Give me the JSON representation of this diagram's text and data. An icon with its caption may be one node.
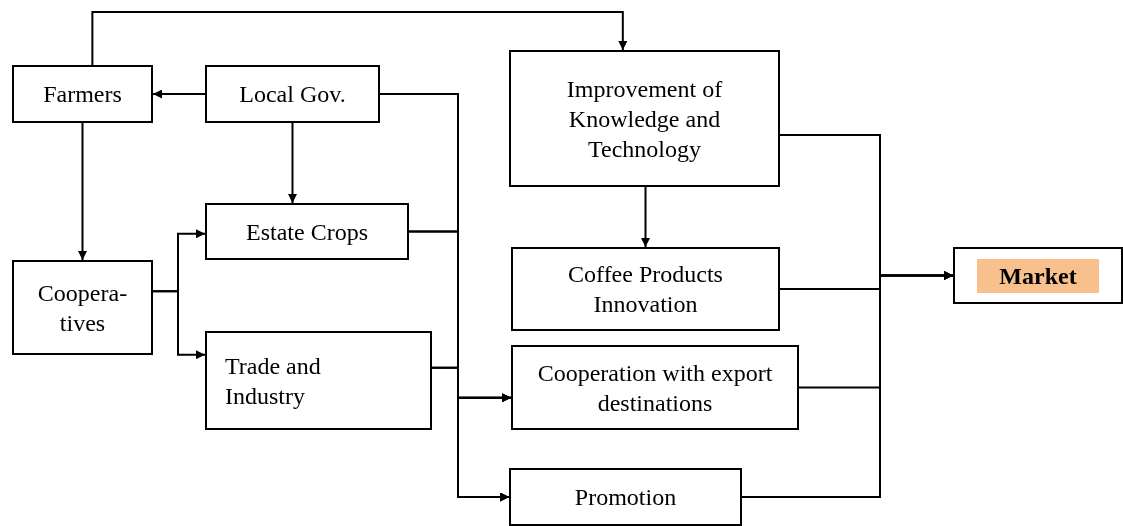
{
  "diagram": {
    "nodes": [
      {
        "text": [
          "Farmers"
        ]
      },
      {
        "text": [
          "Local Gov."
        ]
      },
      {
        "text": [
          "Improvement of Knowledge and Technology"
        ]
      },
      {
        "text": [
          "Estate Crops"
        ]
      },
      {
        "text": [
          "Coopera- tives"
        ]
      },
      {
        "text": [
          "Trade and Industry"
        ]
      },
      {
        "text": [
          "Coffee Products Innovation"
        ]
      },
      {
        "text": [
          "Cooperation with export destinations"
        ]
      },
      {
        "text": [
          "Promotion"
        ]
      },
      {
        "text": [
          "Market"
        ]
      }
    ],
    "edges": [
      {
        "from": 0,
        "to": 2,
        "arrow": "to"
      },
      {
        "from": 1,
        "to": 0,
        "arrow": "to"
      },
      {
        "from": 1,
        "to": 3,
        "arrow": "to"
      },
      {
        "from": 0,
        "to": 4,
        "arrow": "to"
      },
      {
        "from": 4,
        "to": 3,
        "arrow": "to"
      },
      {
        "from": 4,
        "to": 5,
        "arrow": "to"
      },
      {
        "from": 1,
        "to": 7,
        "arrow": "to"
      },
      {
        "from": 1,
        "to": 8,
        "arrow": "to"
      },
      {
        "from": 3,
        "to": 7,
        "arrow": "to"
      },
      {
        "from": 3,
        "to": 8,
        "arrow": "to"
      },
      {
        "from": 5,
        "to": 7,
        "arrow": "to"
      },
      {
        "from": 5,
        "to": 8,
        "arrow": "to"
      },
      {
        "from": 2,
        "to": 6,
        "arrow": "to"
      },
      {
        "from": 2,
        "to": 9,
        "arrow": "to"
      },
      {
        "from": 6,
        "to": 9,
        "arrow": "to"
      },
      {
        "from": 7,
        "to": 9,
        "arrow": "to"
      },
      {
        "from": 8,
        "to": 9,
        "arrow": "to"
      }
    ]
  }
}
